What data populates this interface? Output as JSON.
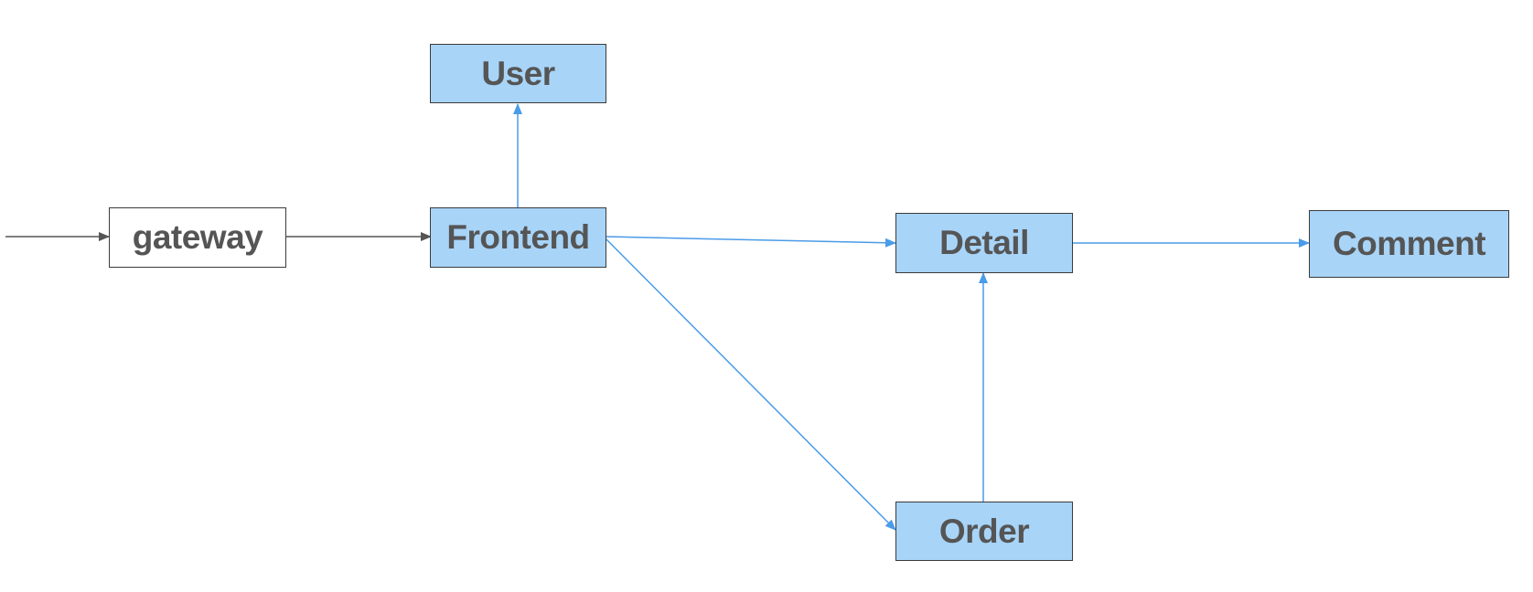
{
  "diagram": {
    "colors": {
      "service_fill": "#a8d4f8",
      "plain_fill": "#ffffff",
      "border": "#3b3b3b",
      "text": "#555555",
      "edge_external": "#555555",
      "edge_internal": "#4a9be8"
    },
    "nodes": {
      "gateway": {
        "label": "gateway"
      },
      "user": {
        "label": "User"
      },
      "frontend": {
        "label": "Frontend"
      },
      "detail": {
        "label": "Detail"
      },
      "comment": {
        "label": "Comment"
      },
      "order": {
        "label": "Order"
      }
    },
    "edges": [
      {
        "from": "external",
        "to": "gateway"
      },
      {
        "from": "gateway",
        "to": "frontend"
      },
      {
        "from": "frontend",
        "to": "user"
      },
      {
        "from": "frontend",
        "to": "detail"
      },
      {
        "from": "frontend",
        "to": "order"
      },
      {
        "from": "detail",
        "to": "comment"
      },
      {
        "from": "order",
        "to": "detail"
      }
    ]
  }
}
